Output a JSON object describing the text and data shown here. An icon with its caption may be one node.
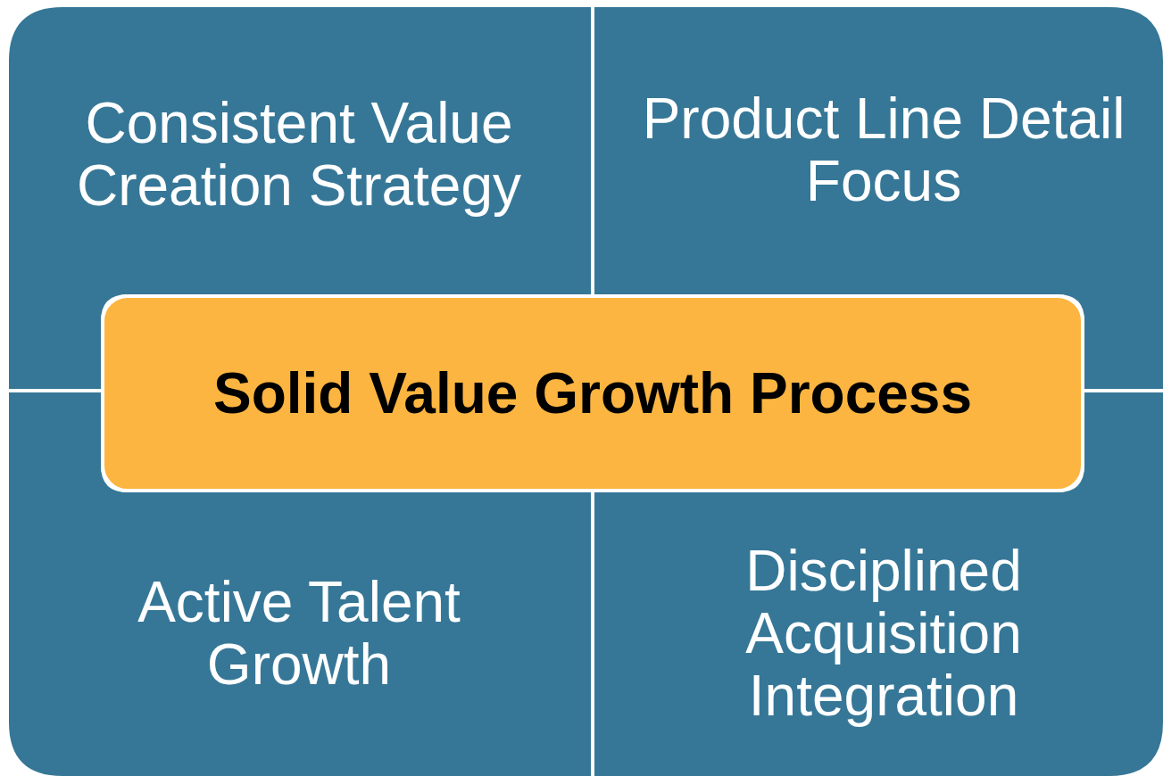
{
  "diagram": {
    "nodes": [
      {
        "text": [
          "Consistent Value Creation Strategy"
        ]
      },
      {
        "text": [
          "Product Line Detail Focus"
        ]
      },
      {
        "text": [
          "Solid Value Growth Process"
        ]
      },
      {
        "text": [
          "Active Talent Growth"
        ]
      },
      {
        "text": [
          "Disciplined Acquisition Integration"
        ]
      }
    ]
  }
}
